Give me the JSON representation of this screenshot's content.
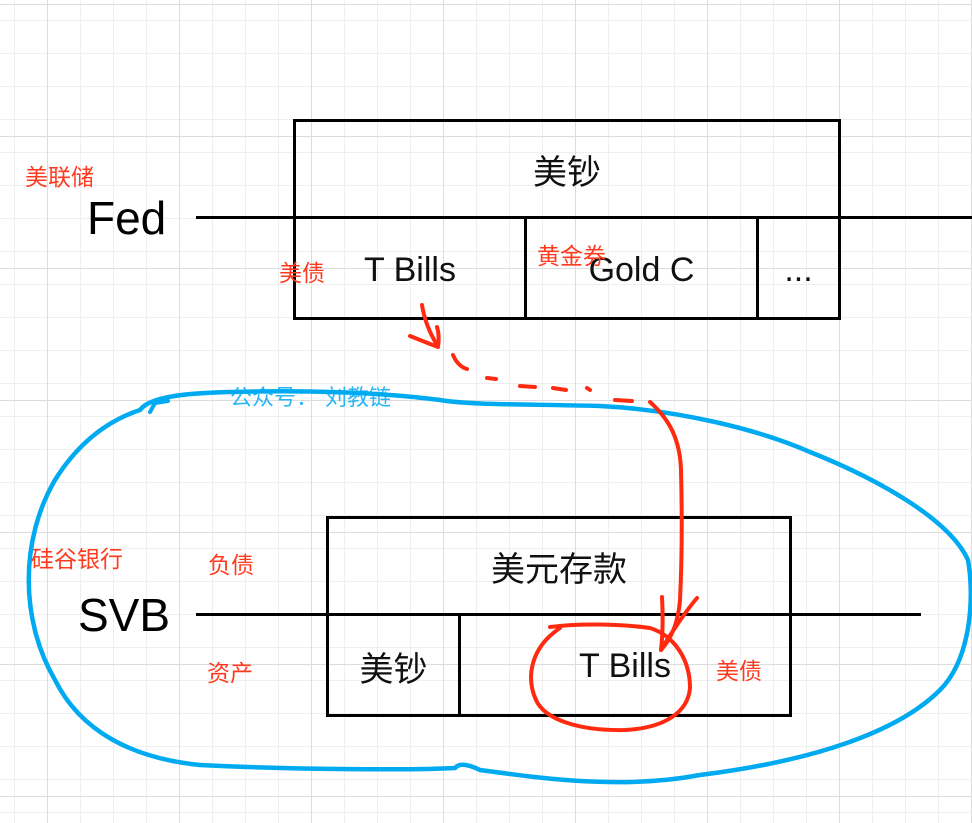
{
  "diagram": {
    "fed": {
      "entity_label": "Fed",
      "annotation": "美联储",
      "liability": "美钞",
      "assets": [
        "T Bills",
        "Gold C",
        "..."
      ],
      "asset_annotations": {
        "t_bills": "美债",
        "gold_c": "黄金券"
      }
    },
    "svb": {
      "entity_label": "SVB",
      "annotation": "硅谷银行",
      "liabilities_label": "负债",
      "assets_label": "资产",
      "liability": "美元存款",
      "assets": [
        "美钞",
        "T Bills"
      ],
      "asset_annotations": {
        "t_bills": "美债"
      }
    },
    "watermark": "公众号： 刘教链",
    "colors": {
      "ink": "#000000",
      "annotation_red": "#ff3b1f",
      "highlight_blue": "#00aaf0",
      "grid_minor": "#efefef",
      "grid_major": "#dcdcdc"
    }
  }
}
